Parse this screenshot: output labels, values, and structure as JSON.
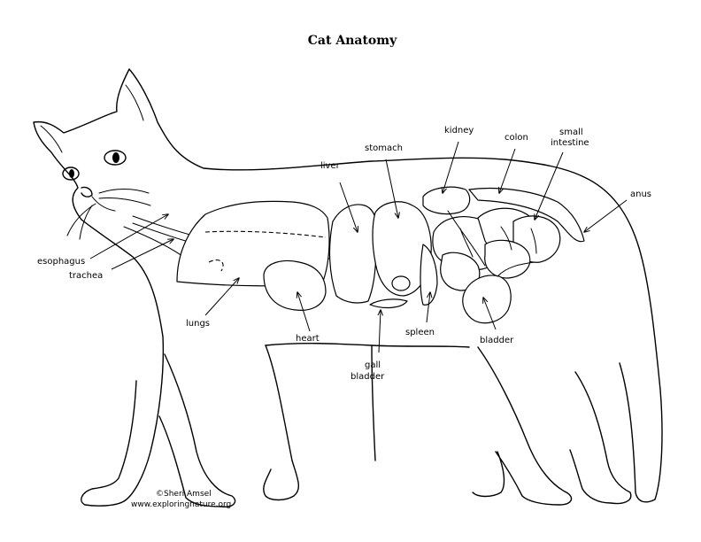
{
  "title": "Cat Anatomy",
  "labels": {
    "esophagus": "esophagus",
    "trachea": "trachea",
    "lungs": "lungs",
    "liver": "liver",
    "heart": "heart",
    "stomach": "stomach",
    "gall_bladder_line1": "gall",
    "gall_bladder_line2": "bladder",
    "spleen": "spleen",
    "kidney": "kidney",
    "colon": "colon",
    "small_intestine_line1": "small",
    "small_intestine_line2": "intestine",
    "bladder": "bladder",
    "anus": "anus"
  },
  "credit": {
    "author": "©Sheri Amsel",
    "website": "www.exploringnature.org"
  }
}
